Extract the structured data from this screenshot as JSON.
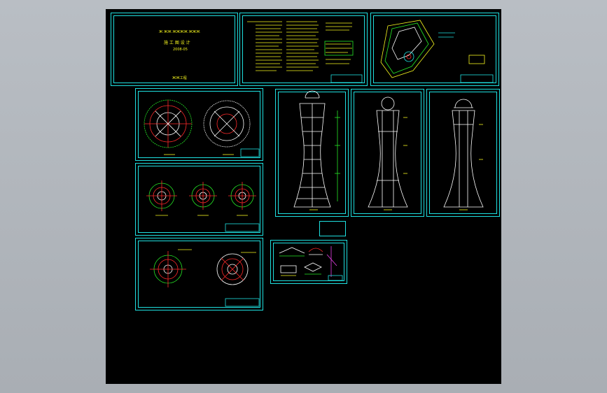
{
  "viewer": {
    "background_color": "#b4b9bf",
    "canvas_color": "#000000"
  },
  "cover": {
    "line1": "Ж ЖЖ ЖЖЖЖ ЖЖЖ",
    "title": "施 工 图 设 计",
    "date": "2008-05",
    "footer": "ЖЖ工程"
  },
  "colors": {
    "frame": "#1ee0e0",
    "text": "#f5f51e",
    "axis": "#ff2a2a",
    "dim": "#26e826",
    "line": "#ffffff"
  },
  "icons": [
    "tower-elevation-icon",
    "plan-circle-icon",
    "site-plan-icon",
    "detail-icon"
  ]
}
